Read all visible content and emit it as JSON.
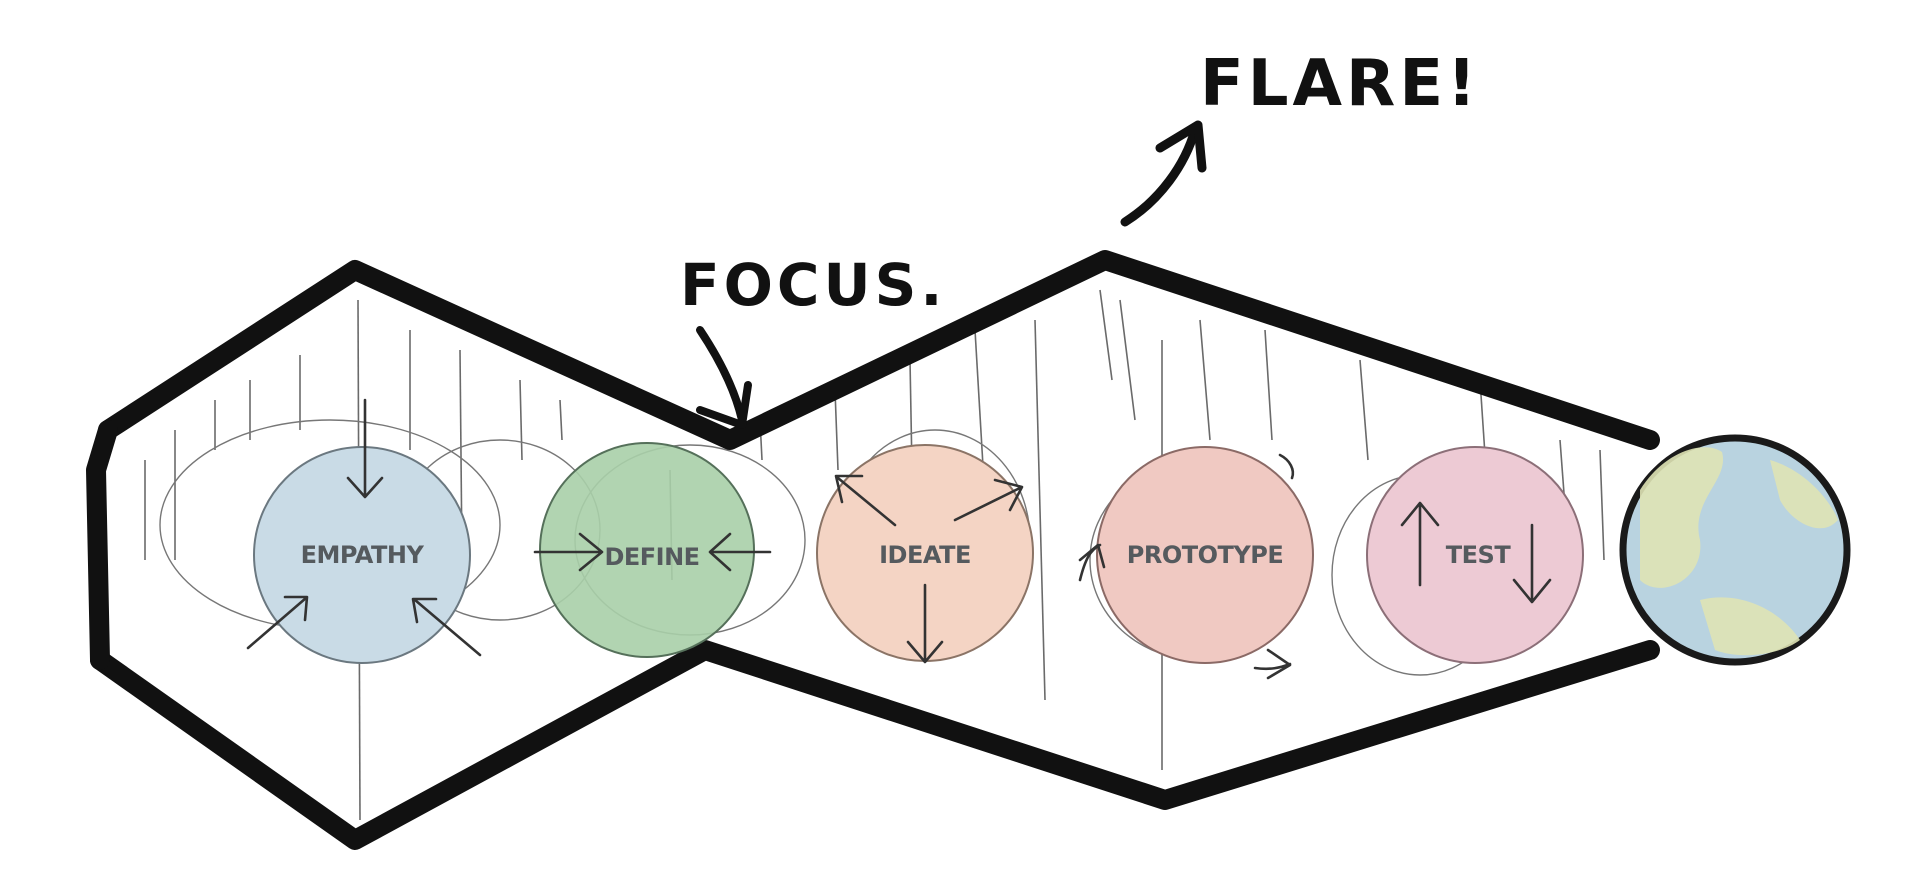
{
  "annotations": {
    "focus": "FOCUS.",
    "flare": "FLARE!"
  },
  "stages": [
    {
      "label": "EMPATHY",
      "color": "#c9dbe6",
      "icon": "inward-arrows-icon"
    },
    {
      "label": "DEFINE",
      "color": "#a9cfa8",
      "icon": "converging-arrows-icon"
    },
    {
      "label": "IDEATE",
      "color": "#f4d4c4",
      "icon": "diverging-arrows-icon"
    },
    {
      "label": "PROTOTYPE",
      "color": "#f0c9c2",
      "icon": "cycle-arrows-icon"
    },
    {
      "label": "TEST",
      "color": "#edcad4",
      "icon": "up-down-arrows-icon"
    },
    {
      "label": "",
      "color": "#b9d3e0",
      "icon": "globe-icon"
    }
  ]
}
